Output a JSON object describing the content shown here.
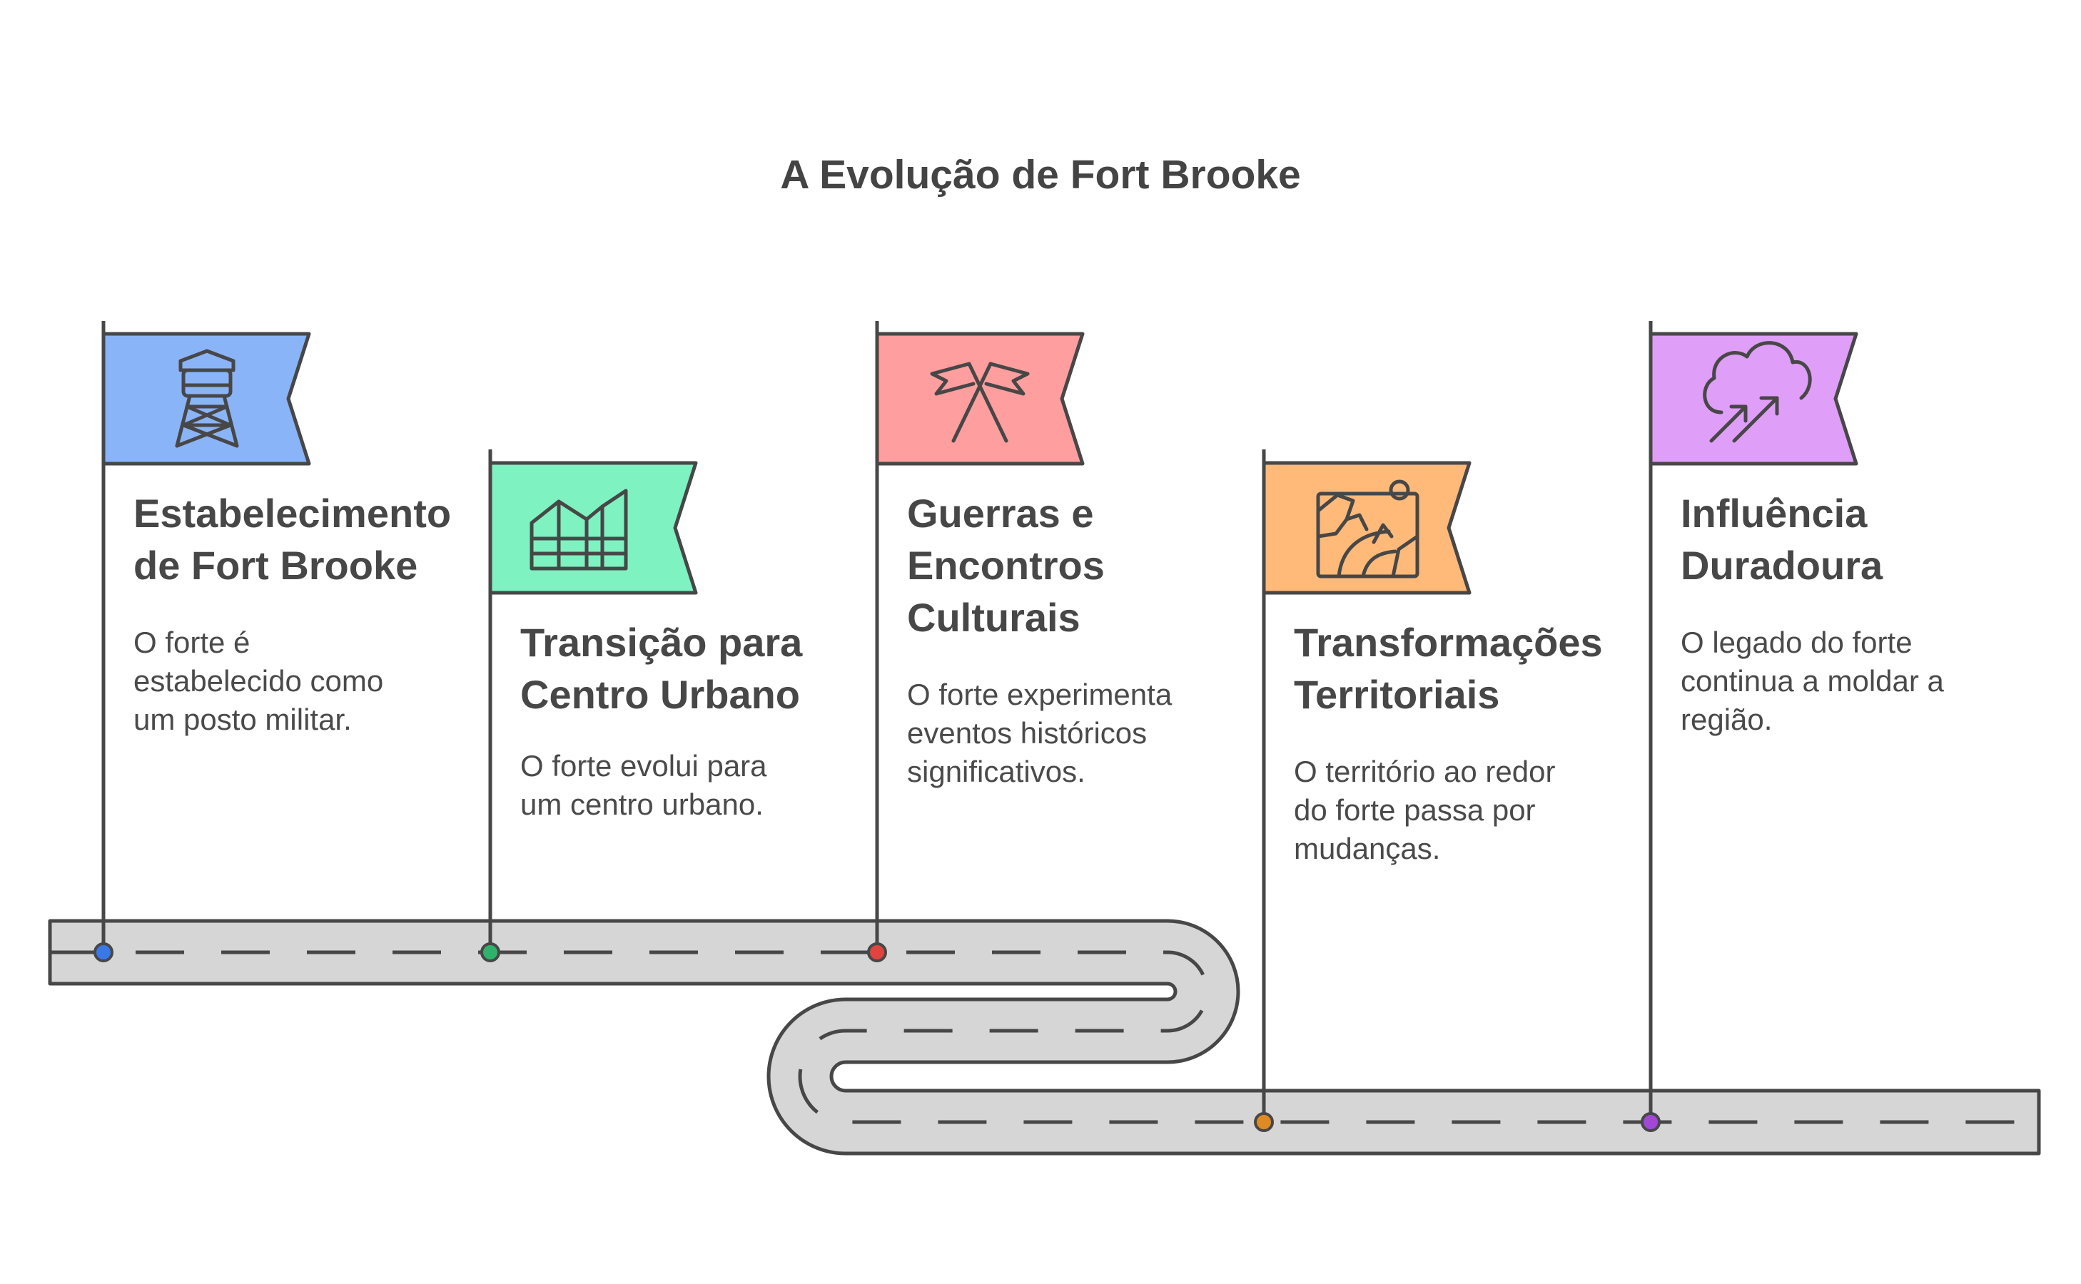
{
  "title": "A Evolução de Fort Brooke",
  "colors": {
    "road_fill": "#d6d6d6",
    "outline": "#474747",
    "dash": "#474747"
  },
  "milestones": [
    {
      "heading": "Estabelecimento\nde Fort Brooke",
      "description": "O forte é\nestabelecido como\num posto militar.",
      "flag_color": "#8ab4f8",
      "dot_color": "#3b78e7",
      "icon": "watchtower-icon"
    },
    {
      "heading": "Transição para\nCentro Urbano",
      "description": "O forte evolui para\num centro urbano.",
      "flag_color": "#7ef2c0",
      "dot_color": "#2fb36b",
      "icon": "city-grid-chart-icon"
    },
    {
      "heading": "Guerras e\nEncontros\nCulturais",
      "description": "O forte experimenta\neventos históricos\nsignificativos.",
      "flag_color": "#ff9e9e",
      "dot_color": "#e0443e",
      "icon": "crossed-flags-icon"
    },
    {
      "heading": "Transformações\nTerritoriais",
      "description": "O território ao redor\ndo forte passa por\nmudanças.",
      "flag_color": "#ffba7a",
      "dot_color": "#e08a25",
      "icon": "landscape-icon"
    },
    {
      "heading": "Influência\nDuradoura",
      "description": "O legado do forte\ncontinua a moldar a\nregião.",
      "flag_color": "#df9ef7",
      "dot_color": "#a347d6",
      "icon": "cloud-arrows-icon"
    }
  ]
}
